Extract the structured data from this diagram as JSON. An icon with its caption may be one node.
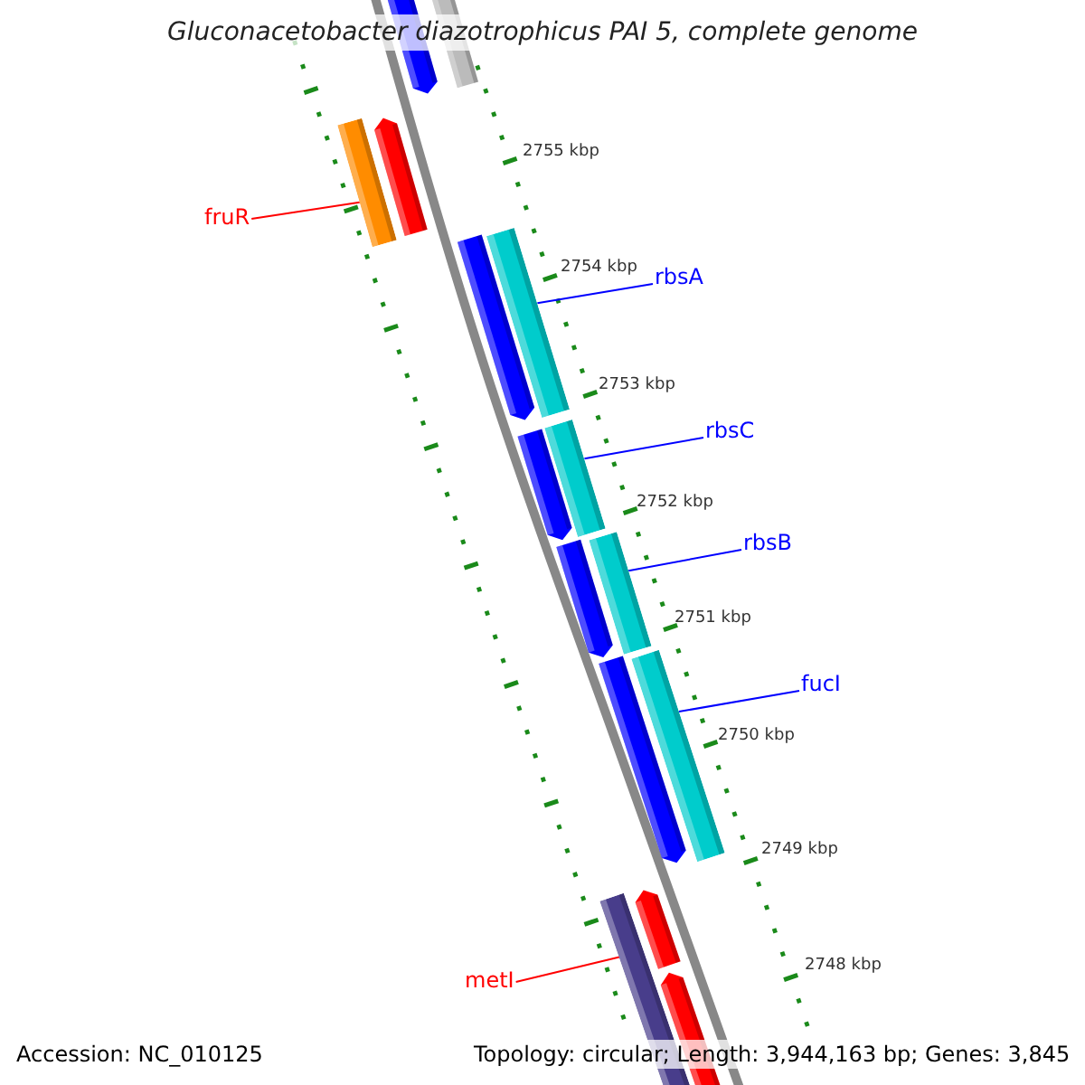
{
  "diagram": {
    "title": "Gluconacetobacter diazotrophicus PAI 5, complete genome",
    "nodes": [
      {
        "text": [
          "fruR"
        ]
      },
      {
        "text": [],
        "shape": "bar"
      },
      {
        "text": [
          "rbsA"
        ]
      },
      {
        "text": [],
        "shape": "bar"
      },
      {
        "text": [
          "rbsC"
        ]
      },
      {
        "text": [],
        "shape": "bar"
      },
      {
        "text": [
          "rbsB"
        ]
      },
      {
        "text": [],
        "shape": "bar"
      },
      {
        "text": [
          "fucI"
        ]
      },
      {
        "text": [],
        "shape": "bar"
      },
      {
        "text": [
          "metI"
        ]
      },
      {
        "text": [],
        "shape": "bar"
      }
    ],
    "edges": [
      {
        "from": 0,
        "to": 1,
        "arrow": "none",
        "color": "#ff0000"
      },
      {
        "from": 2,
        "to": 3,
        "arrow": "none"
      },
      {
        "from": 4,
        "to": 5,
        "arrow": "none"
      },
      {
        "from": 6,
        "to": 7,
        "arrow": "none"
      },
      {
        "from": 8,
        "to": 9,
        "arrow": "none"
      },
      {
        "from": 10,
        "to": 11,
        "arrow": "none",
        "color": "#ff0000"
      }
    ],
    "labels": [
      "2755 kbp",
      "2754 kbp",
      "2753 kbp",
      "2752 kbp",
      "2751 kbp",
      "2750 kbp",
      "2749 kbp",
      "2748 kbp",
      "Accession: NC_010125",
      "Topology: circular; Length: 3,944,163 bp; Genes: 3,845"
    ]
  }
}
